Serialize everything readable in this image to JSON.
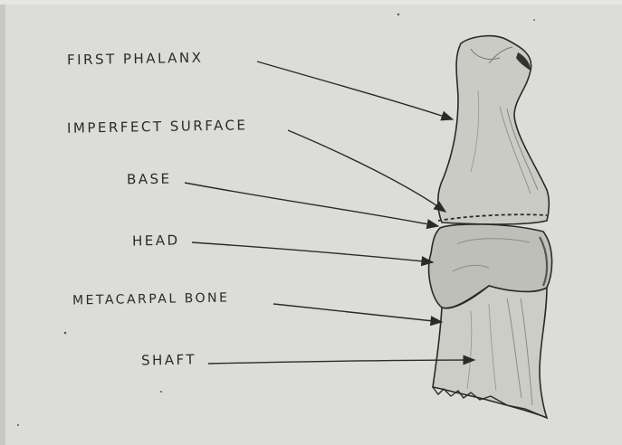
{
  "labels": {
    "first_phalanx": "FIRST  PHALANX",
    "imperfect_surface": "IMPERFECT SURFACE",
    "base": "BASE",
    "head": "HEAD",
    "metacarpal_bone": "METACARPAL  BONE",
    "shaft": "SHAFT"
  },
  "colors": {
    "paper": "#dcdcd8",
    "ink": "#2a2a2a",
    "bone_fill": "#c9c9c3",
    "shading": "#8d8d87"
  }
}
